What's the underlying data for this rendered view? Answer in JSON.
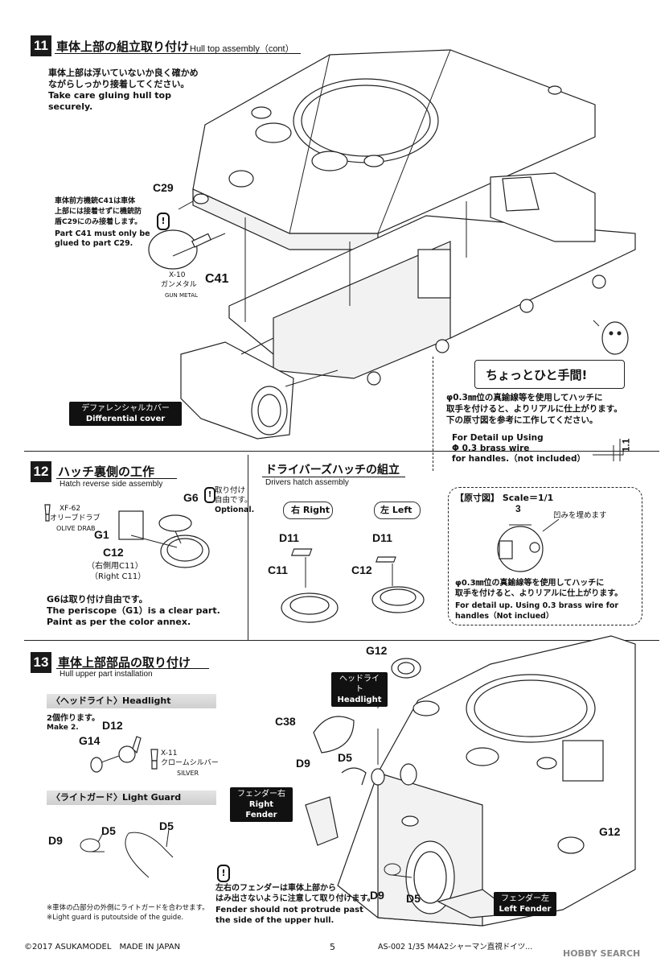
{
  "step11": {
    "number": "11",
    "title_jp": "車体上部の組立取り付け",
    "title_en": "Hull top assembly（cont）",
    "note_jp_1": "車体上部は浮いていないか良く確かめ",
    "note_jp_2": "ながらしっかり接着してください。",
    "note_en_1": "Take care gluing hull top",
    "note_en_2": "securely.",
    "c41_note_jp_1": "車体前方機銃C41は車体",
    "c41_note_jp_2": "上部には接着せずに機銃防",
    "c41_note_jp_3": "盾C29にのみ接着します。",
    "c41_note_en_1": "Part C41 must only be",
    "c41_note_en_2": "glued to part C29.",
    "part_c29": "C29",
    "part_c41": "C41",
    "paint_code": "X-10",
    "paint_jp": "ガンメタル",
    "paint_en": "GUN METAL",
    "diff_cover_jp": "デファレンシャルカバー",
    "diff_cover_en": "Differential cover",
    "tip_title": "ちょっとひと手間!",
    "tip_jp_1": "φ0.3㎜位の真鍮線等を使用してハッチに",
    "tip_jp_2": "取手を付けると、よりリアルに仕上がります。",
    "tip_jp_3": "下の原寸図を参考に工作してください。",
    "tip_en_1": "For Detail up Using",
    "tip_en_2": "Φ 0.3 brass wire",
    "tip_en_3": "for handles.（not included）",
    "tip_dim": "1.1"
  },
  "step12": {
    "number": "12",
    "title_jp": "ハッチ裏側の工作",
    "title_en": "Hatch reverse side assembly",
    "paint_code": "XF-62",
    "paint_jp": "オリーブドラブ",
    "paint_en": "OLIVE DRAB",
    "optional_jp_1": "取り付け",
    "optional_jp_2": "自由です。",
    "optional_en": "Optional.",
    "part_g6": "G6",
    "part_g1": "G1",
    "part_c12": "C12",
    "right_jp": "（右側用C11）",
    "right_en": "（Right C11）",
    "note_jp": "G6は取り付け自由です。",
    "note_en_1": "The periscope（G1）is a clear part.",
    "note_en_2": "Paint as per the color annex."
  },
  "drivers": {
    "title_jp": "ドライバーズハッチの組立",
    "title_en": "Drivers hatch assembly",
    "right_tag_jp": "右",
    "right_tag_en": "Right",
    "left_tag_jp": "左",
    "left_tag_en": "Left",
    "part_d11_r": "D11",
    "part_c11": "C11",
    "part_d11_l": "D11",
    "part_c12": "C12"
  },
  "fullsize": {
    "heading_jp": "【原寸図】",
    "heading_scale": "Scale＝1/1",
    "dim_3": "3",
    "dent_jp": "凹みを埋めます",
    "note_jp_1": "φ0.3㎜位の真鍮線等を使用してハッチに",
    "note_jp_2": "取手を付けると、よりリアルに仕上がります。",
    "note_en_1": "For detail up. Using 0.3 brass wire for",
    "note_en_2": "handles（Not inclued）"
  },
  "step13": {
    "number": "13",
    "title_jp": "車体上部部品の取り付け",
    "title_en": "Hull upper part installation",
    "headlight_head": "〈ヘッドライト〉Headlight",
    "make2_jp": "2個作ります。",
    "make2_en": "Make 2.",
    "part_d12": "D12",
    "part_g14": "G14",
    "paint_code": "X-11",
    "paint_jp": "クロームシルバー",
    "paint_en": "SILVER",
    "lightguard_head": "〈ライトガード〉Light Guard",
    "lg_d9": "D9",
    "lg_d5a": "D5",
    "lg_d5b": "D5",
    "guide_jp": "※車体の凸部分の外側にライトガードを合わせます。",
    "guide_en": "※Light guard is putoutside of the guide.",
    "part_g12_top": "G12",
    "headlight_jp": "ヘッドライト",
    "headlight_en": "Headlight",
    "part_c38": "C38",
    "part_d9": "D9",
    "part_d5": "D5",
    "right_fender_jp": "フェンダー右",
    "right_fender_en": "Right Fender",
    "fender_jp_1": "左右のフェンダーは車体上部から",
    "fender_jp_2": "はみ出さないように注意して取り付けます。",
    "fender_en_1": "Fender should not protrude past",
    "fender_en_2": "the side of the upper hull.",
    "part_d9_b": "D9",
    "part_d5_b": "D5",
    "part_g12_b": "G12",
    "left_fender_jp": "フェンダー左",
    "left_fender_en": "Left Fender"
  },
  "footer": {
    "copyright": "©2017 ASUKAMODEL　MADE IN JAPAN",
    "page": "5",
    "product": "AS-002 1/35 M4A2シャーマン直視ドイツ...",
    "watermark": "HOBBY SEARCH"
  }
}
